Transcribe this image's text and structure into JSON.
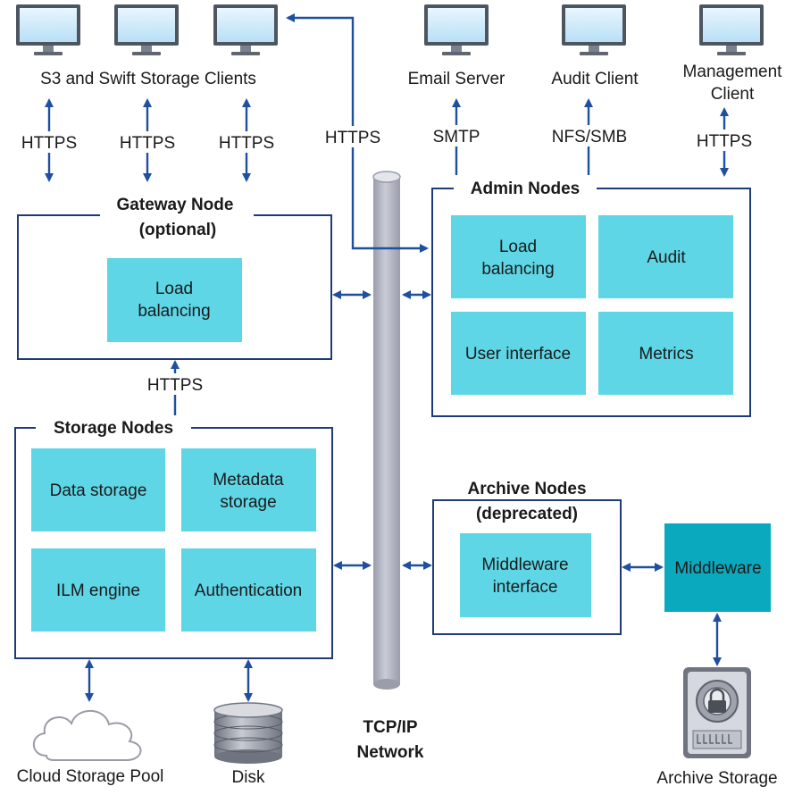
{
  "clients": {
    "s3_swift": "S3 and Swift Storage Clients",
    "email": "Email Server",
    "audit": "Audit Client",
    "management_line1": "Management",
    "management_line2": "Client"
  },
  "protocols": {
    "https": "HTTPS",
    "smtp": "SMTP",
    "nfs_smb": "NFS/SMB"
  },
  "gateway": {
    "title": "Gateway Node",
    "subtitle": "(optional)",
    "tile_line1": "Load",
    "tile_line2": "balancing"
  },
  "admin": {
    "title": "Admin Nodes",
    "load_line1": "Load",
    "load_line2": "balancing",
    "audit": "Audit",
    "ui": "User interface",
    "metrics": "Metrics"
  },
  "storage": {
    "title": "Storage Nodes",
    "data": "Data storage",
    "meta_line1": "Metadata",
    "meta_line2": "storage",
    "ilm": "ILM engine",
    "auth": "Authentication"
  },
  "archive": {
    "title": "Archive Nodes",
    "subtitle": "(deprecated)",
    "mw_line1": "Middleware",
    "mw_line2": "interface",
    "middleware": "Middleware"
  },
  "network": {
    "line1": "TCP/IP",
    "line2": "Network"
  },
  "bottom": {
    "cloud": "Cloud Storage Pool",
    "disk": "Disk",
    "archive_storage": "Archive Storage"
  },
  "colors": {
    "tile": "#5ed6e6",
    "tile_dark": "#0aa9bd",
    "border": "#1f3a78",
    "arrow": "#1f4fa0",
    "pipe": "#b3b6c2"
  },
  "icons": [
    "computer-monitor-icon",
    "cloud-icon",
    "disk-stack-icon",
    "archive-lock-icon"
  ]
}
